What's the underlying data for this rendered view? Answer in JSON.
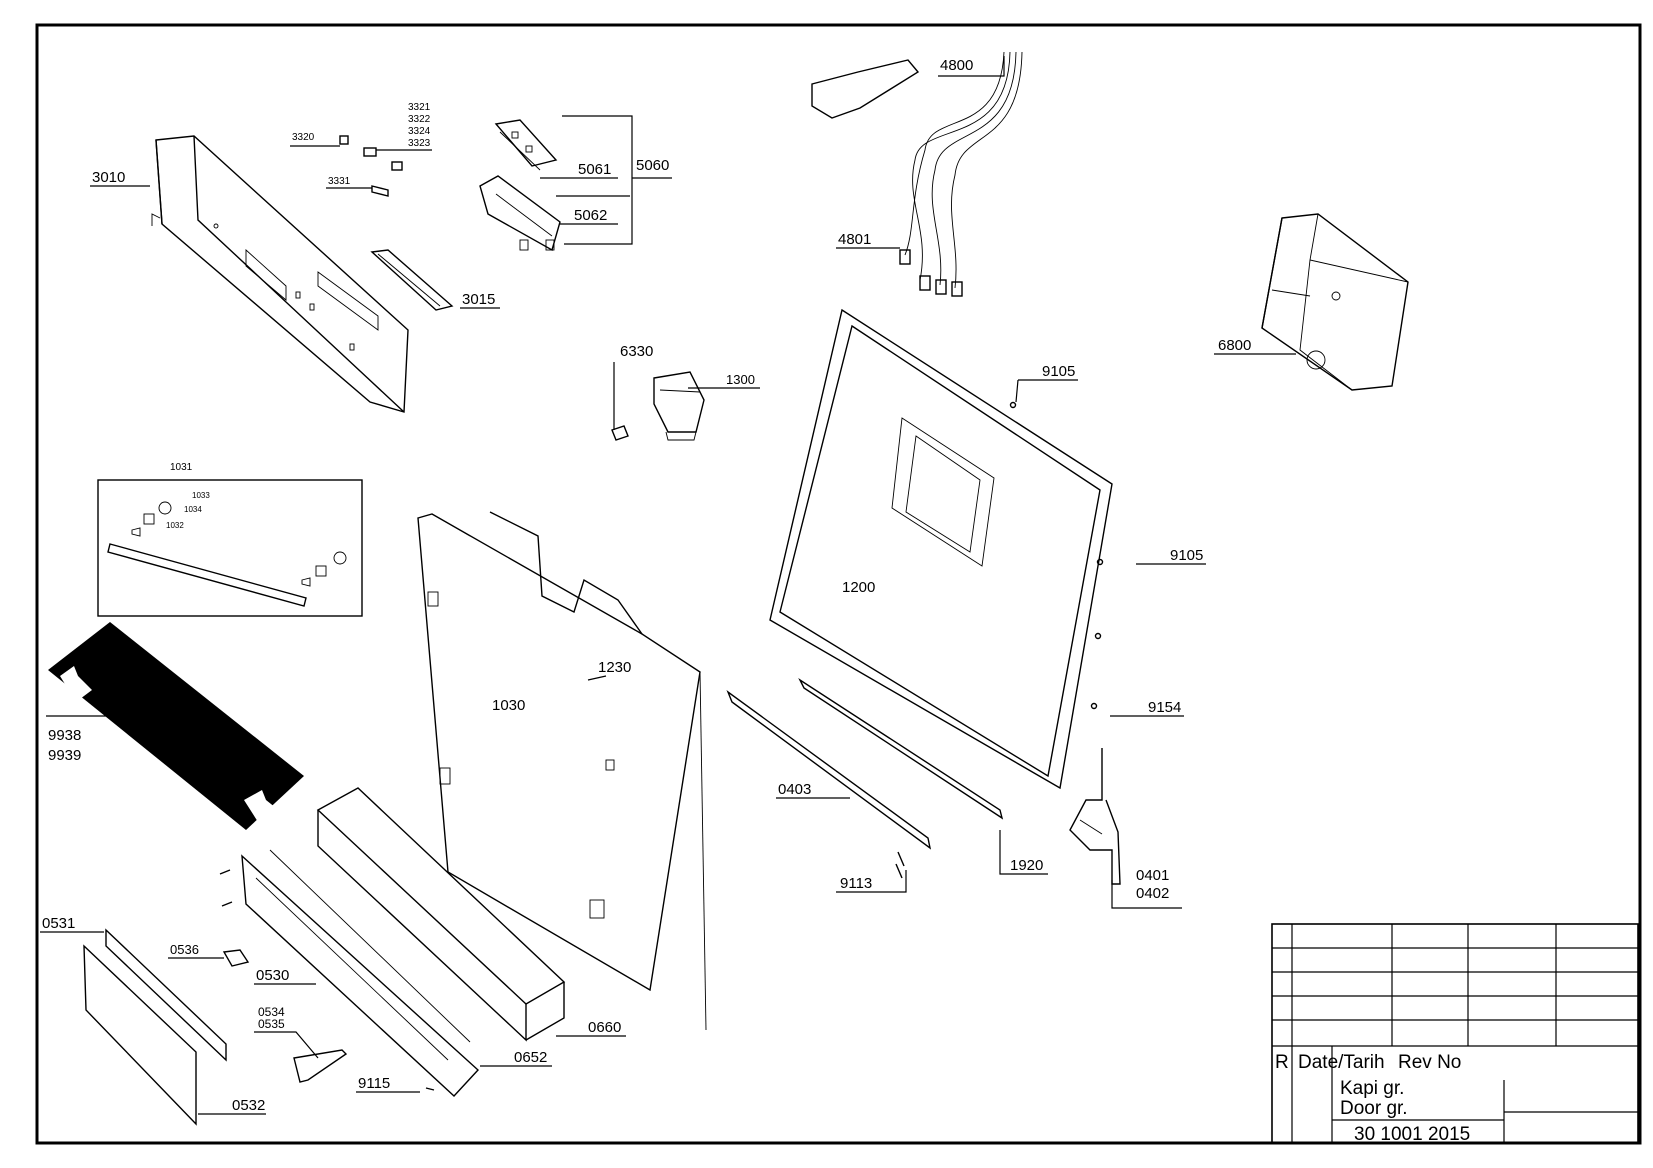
{
  "drawing": {
    "callouts": {
      "c3010": "3010",
      "c3015": "3015",
      "c3320": "3320",
      "c3321": "3321",
      "c3322": "3322",
      "c3324": "3324",
      "c3323": "3323",
      "c3331": "3331",
      "c5061": "5061",
      "c5060": "5060",
      "c5062": "5062",
      "c4800": "4800",
      "c4801": "4801",
      "c6800": "6800",
      "c6330": "6330",
      "c1300": "1300",
      "c9105a": "9105",
      "c9105b": "9105",
      "c1200": "1200",
      "c1031": "1031",
      "c1033": "1033",
      "c1034": "1034",
      "c1032": "1032",
      "c1230": "1230",
      "c1030": "1030",
      "c9154": "9154",
      "c9938": "9938",
      "c9939": "9939",
      "c0403": "0403",
      "c1920": "1920",
      "c9113": "9113",
      "c0401": "0401",
      "c0402": "0402",
      "c0531": "0531",
      "c0536": "0536",
      "c0530": "0530",
      "c0534": "0534",
      "c0535": "0535",
      "c0660": "0660",
      "c0652": "0652",
      "c9115": "9115",
      "c0532": "0532"
    }
  },
  "title_block": {
    "rev_marker": "R",
    "date_header": "Date/Tarih",
    "rev_no_header": "Rev No",
    "name_tr": "Kapi gr.",
    "name_en": "Door gr.",
    "part_number": "30 1001 2015"
  }
}
